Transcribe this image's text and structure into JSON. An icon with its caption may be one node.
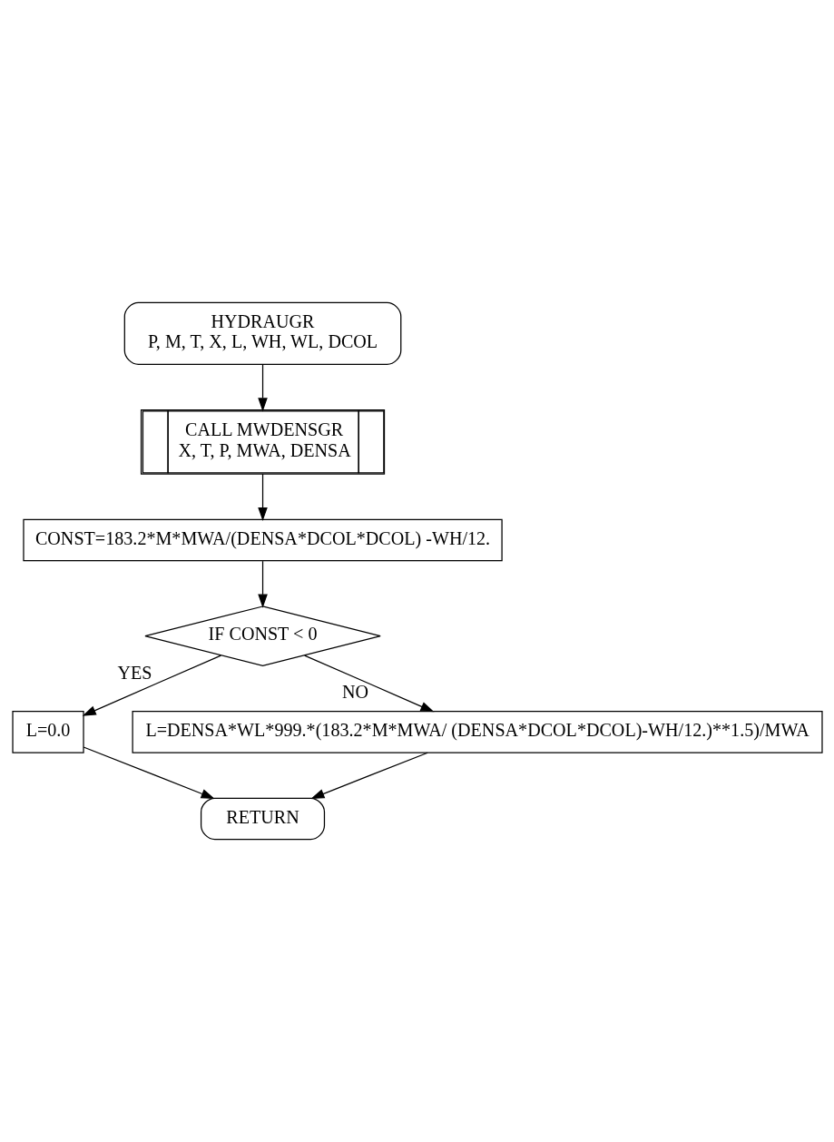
{
  "diagram": {
    "nodes": [
      {
        "text": [
          "HYDRAUGR",
          "P, M, T, X, L, WH, WL, DCOL"
        ]
      },
      {
        "text": [
          "CALL MWDENSGR",
          "X, T, P, MWA, DENSA"
        ]
      },
      {
        "text": [
          "CONST=183.2*M*MWA/(DENSA*DCOL*DCOL) -WH/12."
        ]
      },
      {
        "text": [
          "IF CONST < 0"
        ]
      },
      {
        "text": [
          "L=0.0"
        ]
      },
      {
        "text": [
          "L=DENSA*WL*999.*(183.2*M*MWA/ (DENSA*DCOL*DCOL)-WH/12.)**1.5)/MWA"
        ]
      },
      {
        "text": [
          "RETURN"
        ]
      }
    ],
    "edges": [
      {
        "from": 0,
        "to": 1,
        "arrow": "to"
      },
      {
        "from": 1,
        "to": 2,
        "arrow": "to"
      },
      {
        "from": 2,
        "to": 3,
        "arrow": "to"
      },
      {
        "from": 3,
        "to": 4,
        "arrow": "to",
        "label": "YES"
      },
      {
        "from": 3,
        "to": 5,
        "arrow": "to",
        "label": "NO"
      },
      {
        "from": 4,
        "to": 6,
        "arrow": "to"
      },
      {
        "from": 5,
        "to": 6,
        "arrow": "to"
      }
    ]
  }
}
